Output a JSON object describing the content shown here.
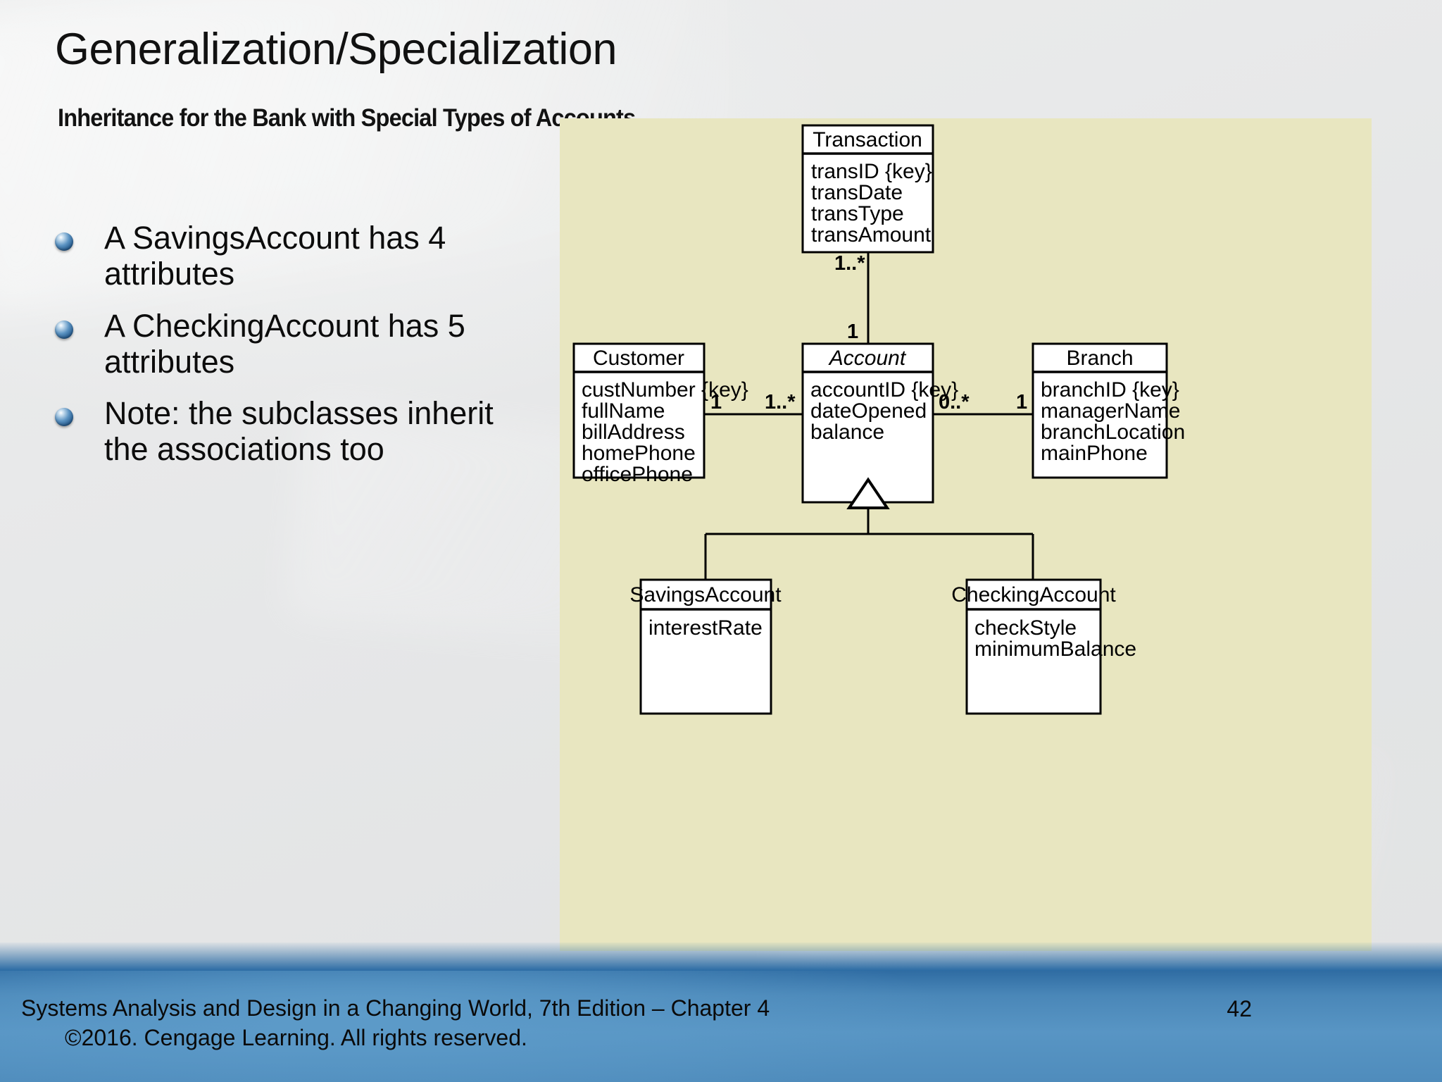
{
  "slide": {
    "title": "Generalization/Specialization",
    "subtitle": "Inheritance for the Bank with Special Types of Accounts",
    "page_number": "42",
    "panel_color": "#e8e6c0",
    "footer_color": "#4f8cbc"
  },
  "bullets": [
    {
      "text": "A SavingsAccount has 4 attributes"
    },
    {
      "text": "A CheckingAccount has 5 attributes"
    },
    {
      "text": "Note: the subclasses inherit the associations too"
    }
  ],
  "diagram": {
    "type": "uml-class-diagram",
    "classes": [
      {
        "id": "transaction",
        "name": "Transaction",
        "abstract": false,
        "attributes": [
          "transID {key}",
          "transDate",
          "transType",
          "transAmount"
        ]
      },
      {
        "id": "customer",
        "name": "Customer",
        "abstract": false,
        "attributes": [
          "custNumber {key}",
          "fullName",
          "billAddress",
          "homePhone",
          "officePhone"
        ]
      },
      {
        "id": "account",
        "name": "Account",
        "abstract": true,
        "attributes": [
          "accountID {key}",
          "dateOpened",
          "balance"
        ]
      },
      {
        "id": "branch",
        "name": "Branch",
        "abstract": false,
        "attributes": [
          "branchID {key}",
          "managerName",
          "branchLocation",
          "mainPhone"
        ]
      },
      {
        "id": "savingsaccount",
        "name": "SavingsAccount",
        "abstract": false,
        "attributes": [
          "interestRate"
        ]
      },
      {
        "id": "checkingaccount",
        "name": "CheckingAccount",
        "abstract": false,
        "attributes": [
          "checkStyle",
          "minimumBalance"
        ]
      }
    ],
    "associations": [
      {
        "from": "account",
        "to": "transaction",
        "from_multiplicity": "1",
        "to_multiplicity": "1..*"
      },
      {
        "from": "customer",
        "to": "account",
        "from_multiplicity": "1",
        "to_multiplicity": "1..*"
      },
      {
        "from": "account",
        "to": "branch",
        "from_multiplicity": "0..*",
        "to_multiplicity": "1"
      }
    ],
    "generalizations": [
      {
        "superclass": "account",
        "subclass": "savingsaccount"
      },
      {
        "superclass": "account",
        "subclass": "checkingaccount"
      }
    ],
    "multiplicity_labels": {
      "transaction_end": "1..*",
      "account_to_transaction_end": "1",
      "customer_end": "1",
      "account_to_customer_end": "1..*",
      "account_to_branch_end": "0..*",
      "branch_end": "1"
    }
  },
  "footer": {
    "line1": "Systems Analysis and Design in a Changing World, 7th Edition – Chapter 4",
    "line2": "©2016. Cengage Learning. All rights reserved."
  }
}
